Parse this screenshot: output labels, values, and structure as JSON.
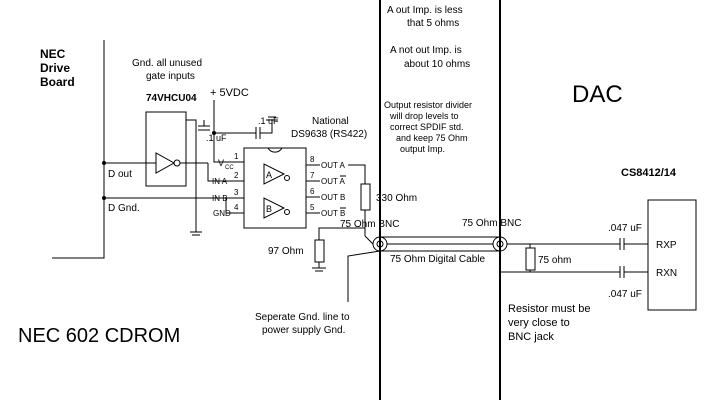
{
  "labels": {
    "nec_board_1": "NEC",
    "nec_board_2": "Drive",
    "nec_board_3": "Board",
    "gnd_note_1": "Gnd. all unused",
    "gnd_note_2": "gate inputs",
    "chip_74": "74VHCU04",
    "vdc": "+ 5VDC",
    "cap_top": ".1 uF",
    "cap_left": ".1 uF",
    "national": "National",
    "ds9638": "DS9638 (RS422)",
    "d_out": "D out",
    "d_gnd": "D Gnd.",
    "vcc": "V",
    "vcc_sub": "CC",
    "in_a": "IN A",
    "in_b": "IN B",
    "gnd_pin": "GND",
    "out_a": "OUT A",
    "out_a_bar": "OUT A",
    "out_b": "OUT B",
    "out_b_bar": "OUT B",
    "pin1": "1",
    "pin2": "2",
    "pin3": "3",
    "pin4": "4",
    "pin5": "5",
    "pin6": "6",
    "pin7": "7",
    "pin8": "8",
    "gate_a": "A",
    "gate_b": "B",
    "r330": "330 Ohm",
    "r97": "97 Ohm",
    "bnc_left": "75 Ohm BNC",
    "bnc_right": "75 Ohm BNC",
    "cable": "75 Ohm Digital Cable",
    "r75": "75 ohm",
    "a_out_1": "A out Imp. is less",
    "a_out_2": "that 5 ohms",
    "a_not_1": "A not out Imp. is",
    "a_not_2": "about 10 ohms",
    "div_1": "Output resistor divider",
    "div_2": "will drop levels to",
    "div_3": "correct SPDIF std.",
    "div_4": "and keep 75 Ohm",
    "div_5": "output Imp.",
    "dac": "DAC",
    "cs8412": "CS8412/14",
    "cap_rxp": ".047 uF",
    "cap_rxn": ".047 uF",
    "rxp": "RXP",
    "rxn": "RXN",
    "sep_1": "Seperate Gnd. line to",
    "sep_2": "power supply Gnd.",
    "res_close_1": "Resistor must be",
    "res_close_2": "very close to",
    "res_close_3": "BNC jack",
    "nec_cdrom": "NEC 602 CDROM"
  }
}
